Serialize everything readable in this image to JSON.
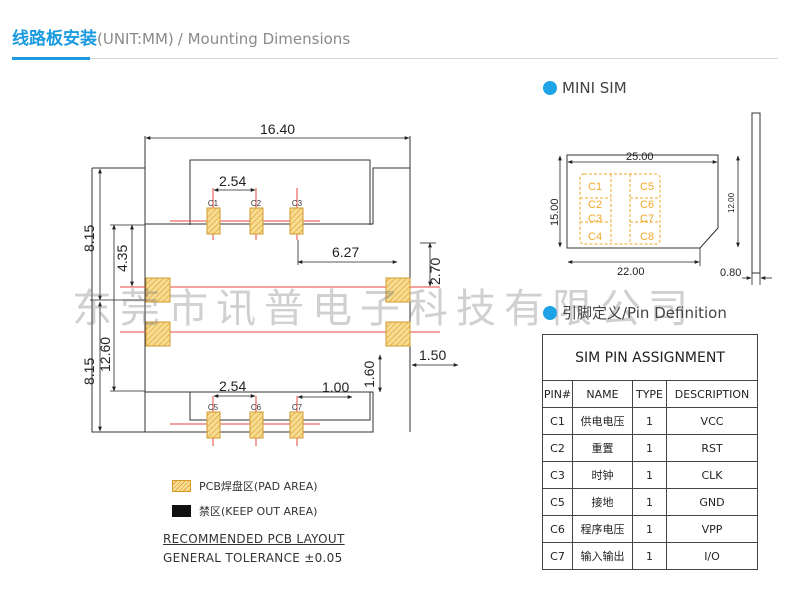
{
  "header": {
    "title_zh": "线路板安装",
    "unit": "(UNIT:MM)",
    "title_en": "/ Mounting Dimensions"
  },
  "pcb": {
    "dims": {
      "width": "16.40",
      "pitch_top": "2.54",
      "pitch_bottom": "2.54",
      "left_upper": "8.15",
      "left_lower": "8.15",
      "left_inner_top": "4.35",
      "left_inner": "12.60",
      "mid_right": "6.27",
      "right_top": "2.70",
      "right_lower": "1.50",
      "bottom_offset": "1.00",
      "bottom_height": "1.60"
    },
    "pad_labels_top": [
      "C1",
      "C2",
      "C3"
    ],
    "pad_labels_bottom": [
      "C5",
      "C6",
      "C7"
    ]
  },
  "legend": {
    "pad": "PCB焊盘区(PAD AREA)",
    "keep_out": "禁区(KEEP OUT AREA)"
  },
  "notes": {
    "recommended": "RECOMMENDED PCB LAYOUT",
    "tolerance": "GENERAL TOLERANCE ±0.05"
  },
  "mini_sim": {
    "title": "MINI SIM",
    "dims": {
      "top": "25.00",
      "left": "15.00",
      "right": "12.00",
      "bottom": "22.00",
      "thickness": "0.80"
    },
    "contacts": [
      "C1",
      "C5",
      "C2",
      "C6",
      "C3",
      "C7",
      "C4",
      "C8"
    ]
  },
  "pin_def": {
    "title": "引脚定义/Pin Definition",
    "table_title": "SIM PIN ASSIGNMENT",
    "columns": [
      "PIN#",
      "NAME",
      "TYPE",
      "DESCRIPTION"
    ],
    "rows": [
      {
        "pin": "C1",
        "name": "供电电压",
        "type": "1",
        "desc": "VCC"
      },
      {
        "pin": "C2",
        "name": "重置",
        "type": "1",
        "desc": "RST"
      },
      {
        "pin": "C3",
        "name": "时钟",
        "type": "1",
        "desc": "CLK"
      },
      {
        "pin": "C5",
        "name": "接地",
        "type": "1",
        "desc": "GND"
      },
      {
        "pin": "C6",
        "name": "程序电压",
        "type": "1",
        "desc": "VPP"
      },
      {
        "pin": "C7",
        "name": "输入输出",
        "type": "1",
        "desc": "I/O"
      }
    ]
  },
  "watermark": "东莞市讯普电子科技有限公司",
  "colors": {
    "accent": "#1a9be0",
    "pad_fill": "#f3d98a",
    "pad_hatch": "#e2a235",
    "guide_red": "#e8453c",
    "sim_contact": "#f0a92a"
  }
}
